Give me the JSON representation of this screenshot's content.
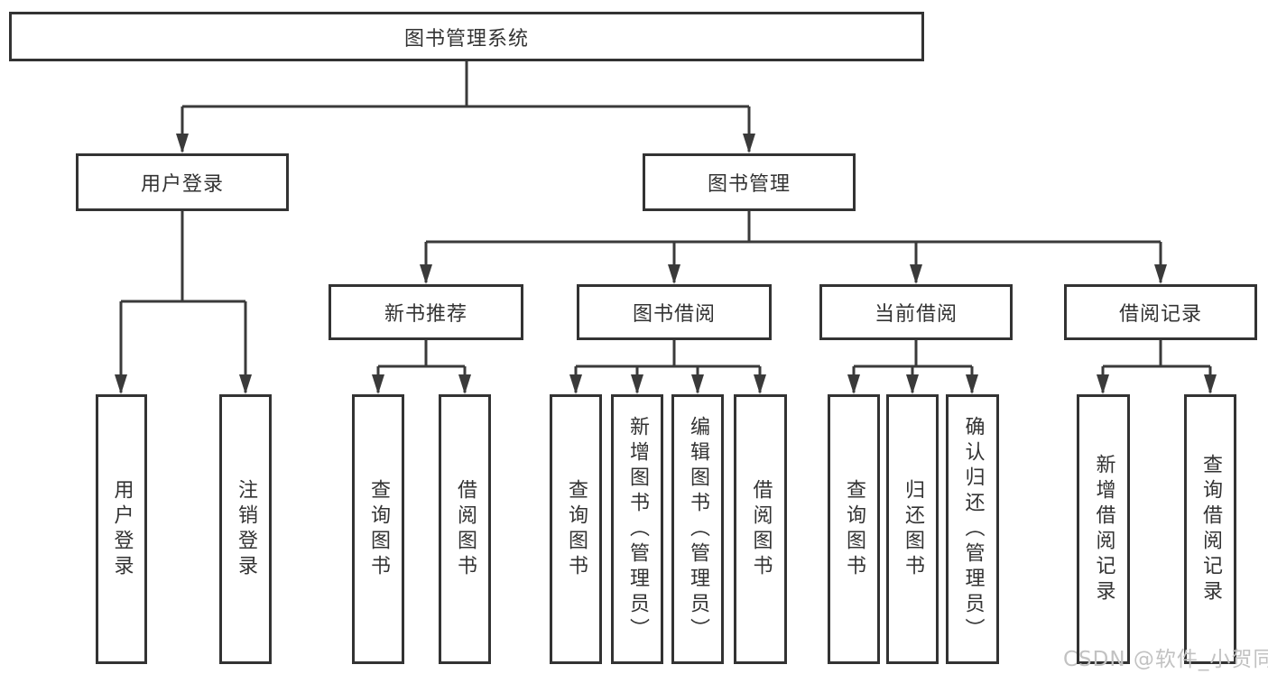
{
  "diagram": {
    "root": {
      "label": "图书管理系统",
      "children": [
        {
          "label": "用户登录",
          "children": [
            {
              "label": "用户登录"
            },
            {
              "label": "注销登录"
            }
          ]
        },
        {
          "label": "图书管理",
          "children": [
            {
              "label": "新书推荐",
              "children": [
                {
                  "label": "查询图书"
                },
                {
                  "label": "借阅图书"
                }
              ]
            },
            {
              "label": "图书借阅",
              "children": [
                {
                  "label": "查询图书"
                },
                {
                  "label": "新增图书（管理员）"
                },
                {
                  "label": "编辑图书（管理员）"
                },
                {
                  "label": "借阅图书"
                }
              ]
            },
            {
              "label": "当前借阅",
              "children": [
                {
                  "label": "查询图书"
                },
                {
                  "label": "归还图书"
                },
                {
                  "label": "确认归还（管理员）"
                }
              ]
            },
            {
              "label": "借阅记录",
              "children": [
                {
                  "label": "新增借阅记录"
                },
                {
                  "label": "查询借阅记录"
                }
              ]
            }
          ]
        }
      ]
    }
  },
  "watermark": {
    "text": "CSDN @软件_小贺同学"
  },
  "colors": {
    "line": "#3a3a3a",
    "box_border": "#333333",
    "text": "#333333",
    "watermark": "#c2c2c2",
    "background": "#ffffff"
  }
}
